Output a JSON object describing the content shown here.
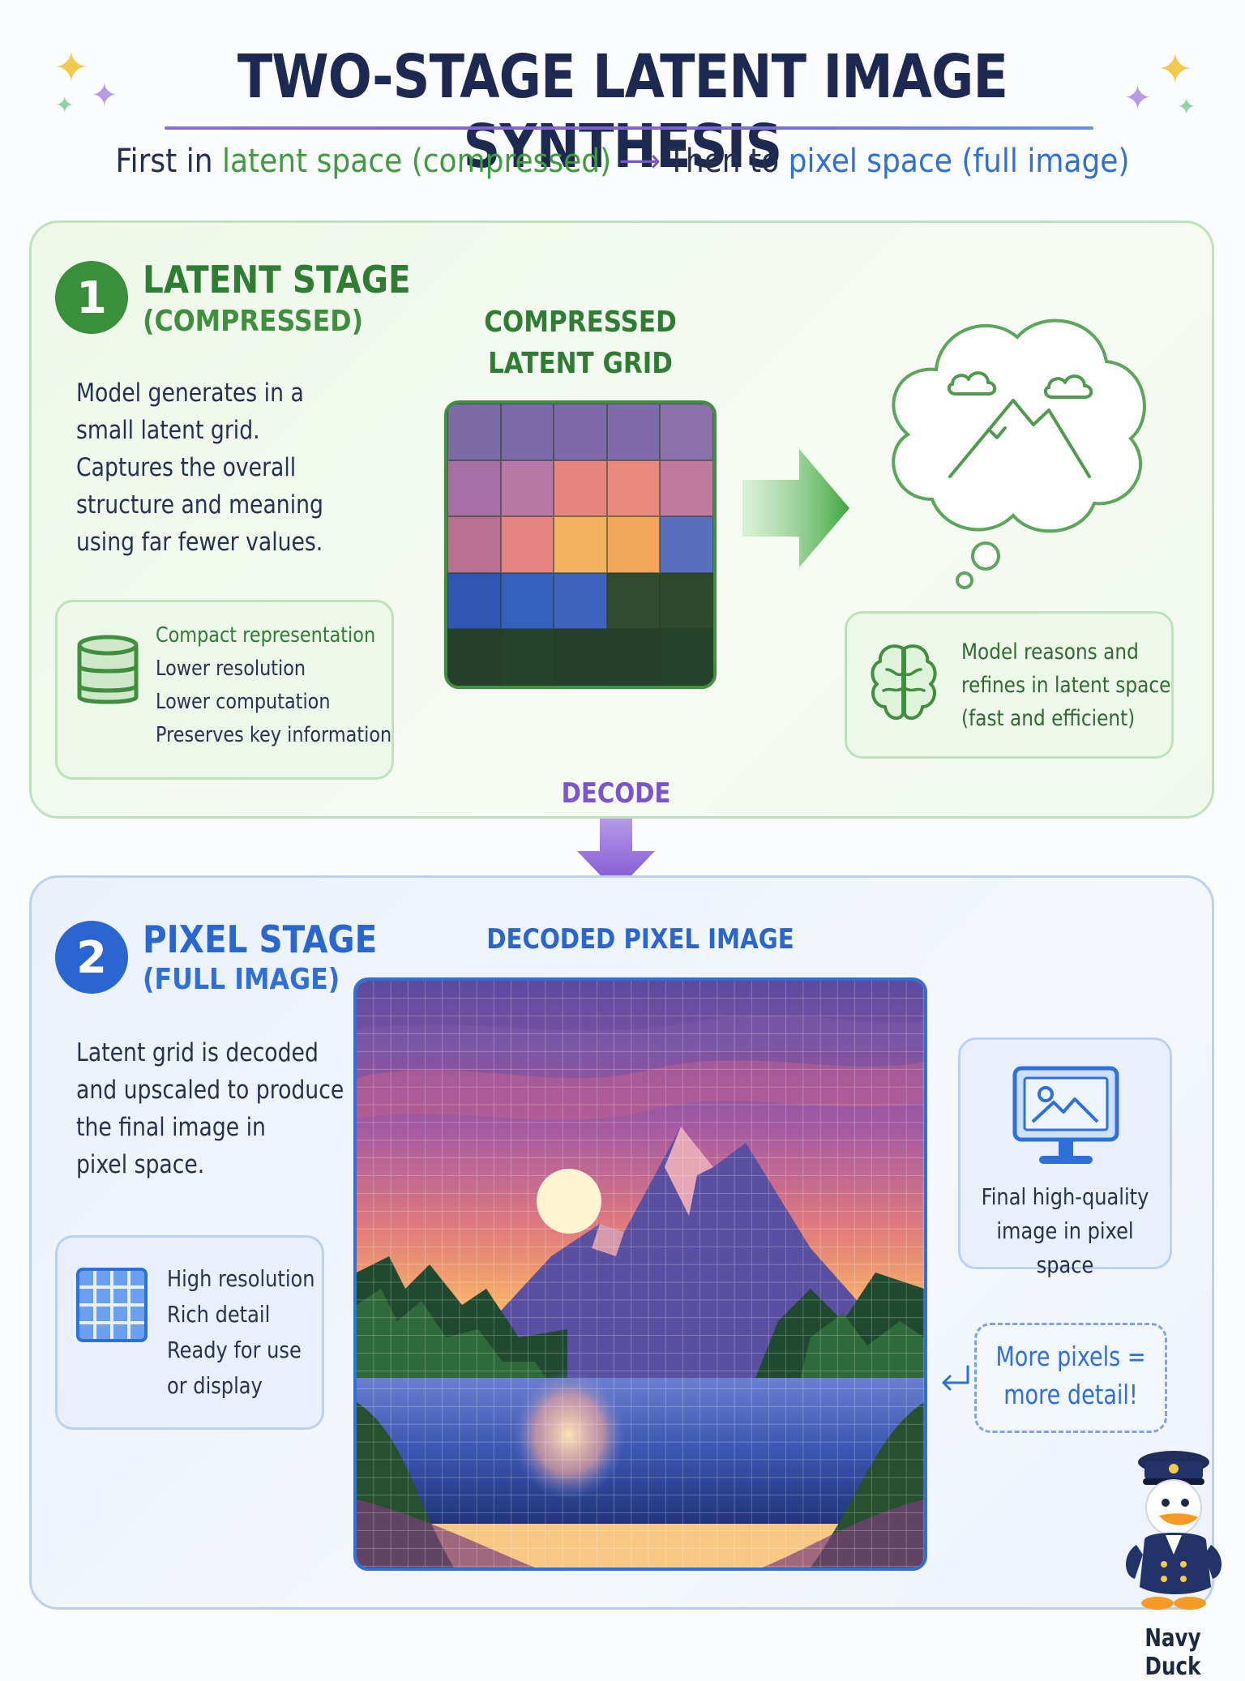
{
  "header": {
    "title": "TWO-STAGE LATENT IMAGE SYNTHESIS",
    "subtitle": {
      "part1": "First in ",
      "latent": "latent space (compressed)",
      "arrow": "⟶",
      "part2": "Then to ",
      "pixel": "pixel space (full image)"
    }
  },
  "stage1": {
    "number": "1",
    "title": "LATENT STAGE",
    "subtitle": "(COMPRESSED)",
    "description": [
      "Model generates in a",
      "small latent grid.",
      "Captures the overall",
      "structure and meaning",
      "using far fewer values."
    ],
    "features": [
      "Compact representation",
      "Lower resolution",
      "Lower computation",
      "Preserves key information"
    ],
    "grid_label_line1": "COMPRESSED",
    "grid_label_line2": "LATENT GRID",
    "grid_colors": [
      [
        "#7a6aa6",
        "#7b69a8",
        "#7f6aa9",
        "#806baa",
        "#8b72ad"
      ],
      [
        "#a670a4",
        "#b878a8",
        "#e6867e",
        "#ea8a7d",
        "#c07b9f"
      ],
      [
        "#b96f8e",
        "#e4837f",
        "#f3b25d",
        "#f1a65c",
        "#5a6fc0"
      ],
      [
        "#2f56b3",
        "#3560bd",
        "#3d63bd",
        "#2d4d2e",
        "#2c4a30"
      ],
      [
        "#23412a",
        "#24432b",
        "#22402a",
        "#23412b",
        "#24432c"
      ]
    ],
    "reasoning_line1": "Model reasons and",
    "reasoning_line2": "refines in latent space",
    "reasoning_line3": "(fast and efficient)"
  },
  "decode_label": "DECODE",
  "stage2": {
    "number": "2",
    "title": "PIXEL STAGE",
    "subtitle": "(FULL IMAGE)",
    "description": [
      "Latent grid is decoded",
      "and upscaled to produce",
      "the final image in",
      "pixel space."
    ],
    "features": [
      "High resolution",
      "Rich detail",
      "Ready for use",
      "or display"
    ],
    "image_label": "DECODED PIXEL IMAGE",
    "final_line1": "Final high-quality",
    "final_line2": "image in pixel space",
    "note_line1": "More pixels =",
    "note_line2": "more detail!"
  },
  "brand": "Navy Duck",
  "colors": {
    "green_accent": "#3f9b3f",
    "blue_accent": "#2f6fd8",
    "purple_accent": "#7a55d0",
    "title_navy": "#1d2950"
  }
}
